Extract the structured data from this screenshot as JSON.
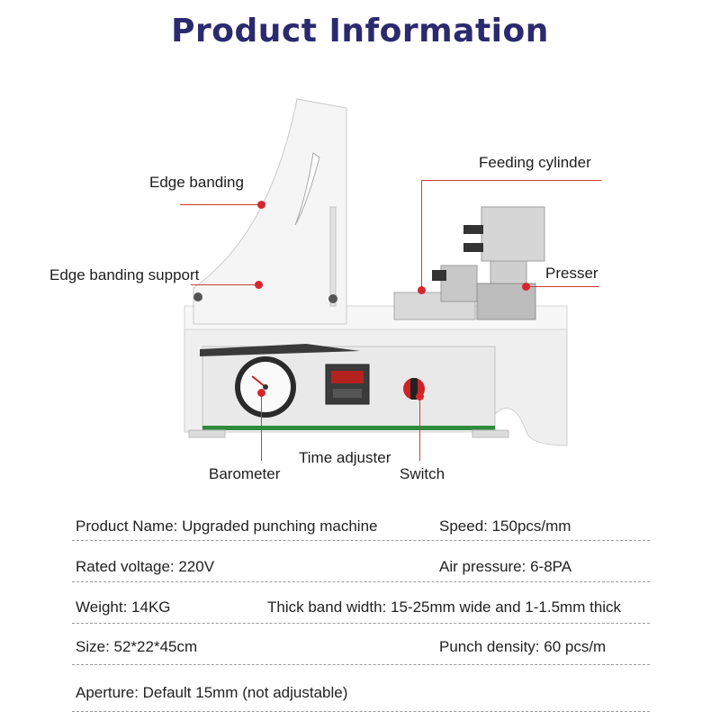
{
  "title": "Product Information",
  "callouts": {
    "edge_banding": "Edge banding",
    "edge_banding_support": "Edge banding support",
    "feeding_cylinder": "Feeding cylinder",
    "presser": "Presser",
    "barometer": "Barometer",
    "time_adjuster": "Time adjuster",
    "switch": "Switch"
  },
  "specs": {
    "product_name": "Product Name: Upgraded punching machine",
    "speed": "Speed: 150pcs/mm",
    "rated_voltage": "Rated voltage: 220V",
    "air_pressure": "Air pressure: 6-8PA",
    "weight": "Weight: 14KG",
    "thick_band_width": "Thick band width: 15-25mm wide and 1-1.5mm thick",
    "size": "Size: 52*22*45cm",
    "punch_density": "Punch density:   60 pcs/m",
    "aperture": "Aperture:  Default 15mm (not adjustable)"
  },
  "colors": {
    "title": "#2b2a6e",
    "accent_red": "#d8262e",
    "machine_body": "#f1f1f1",
    "panel_stripe": "#2e8b3a"
  }
}
